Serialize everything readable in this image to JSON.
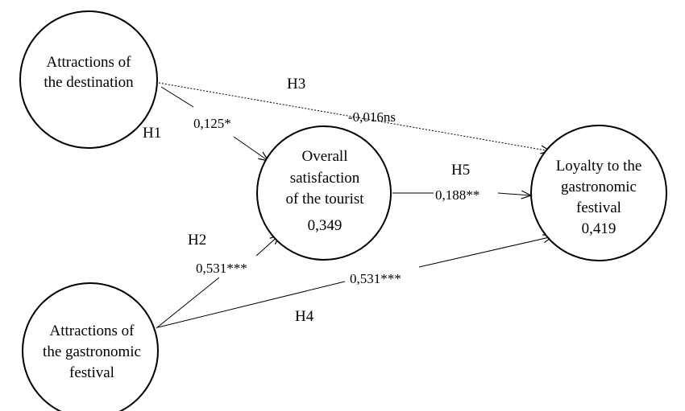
{
  "nodes": {
    "attractions_destination": {
      "lines": [
        "Attractions of",
        "the destination"
      ]
    },
    "attractions_festival": {
      "lines": [
        "Attractions of",
        "the gastronomic",
        "festival"
      ]
    },
    "satisfaction": {
      "lines": [
        "Overall",
        "satisfaction",
        "of the tourist"
      ],
      "value": "0,349"
    },
    "loyalty": {
      "lines": [
        "Loyalty to the",
        "gastronomic",
        "festival"
      ],
      "value": "0,419"
    }
  },
  "paths": {
    "h1": {
      "hypothesis": "H1",
      "coefficient": "0,125*"
    },
    "h2": {
      "hypothesis": "H2",
      "coefficient": "0,531***"
    },
    "h3": {
      "hypothesis": "H3",
      "coefficient": "-0,016ns"
    },
    "h4": {
      "hypothesis": "H4",
      "coefficient": "0,531***"
    },
    "h5": {
      "hypothesis": "H5",
      "coefficient": "0,188**"
    }
  }
}
